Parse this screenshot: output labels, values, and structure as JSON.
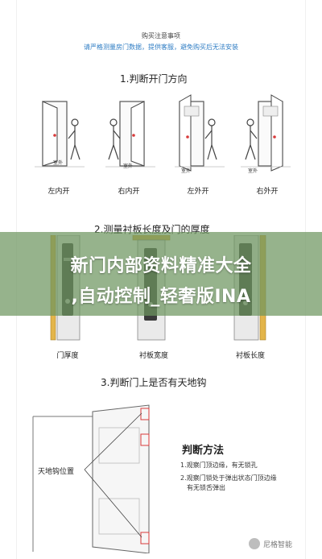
{
  "header": {
    "title": "购买注意事项",
    "subtitle": "请严格测量房门数据，提供客服，避免购买后无法安装"
  },
  "sections": [
    {
      "label": "1.判断开门方向"
    },
    {
      "label": "2.测量衬板长度及门的厚度"
    },
    {
      "label": "3.判断门上是否有天地钩"
    }
  ],
  "door_directions": [
    {
      "name": "左内开",
      "outside": "室外"
    },
    {
      "name": "右内开",
      "outside": "室外"
    },
    {
      "name": "左外开",
      "outside": "室外"
    },
    {
      "name": "右外开",
      "outside": "室外"
    }
  ],
  "measures": [
    {
      "name": "门厚度"
    },
    {
      "name": "衬板宽度"
    },
    {
      "name": "衬板长度"
    }
  ],
  "overlay": {
    "line1": "新门内部资料精准大全",
    "line2": ",自动控制_轻奢版INA"
  },
  "hook": {
    "position_label": "天地钩位置",
    "method_title": "判断方法",
    "lines": [
      "1.观察门顶边缘，有无锁孔",
      "2.观察门锁处于弹出状态门顶边缘",
      "有无锁舌弹出"
    ]
  },
  "watermark": {
    "text": "尼格智能"
  },
  "colors": {
    "accent_blue": "#2f7dc4",
    "marker_red": "#d83a3a",
    "overlay_green": "#6e965f"
  }
}
